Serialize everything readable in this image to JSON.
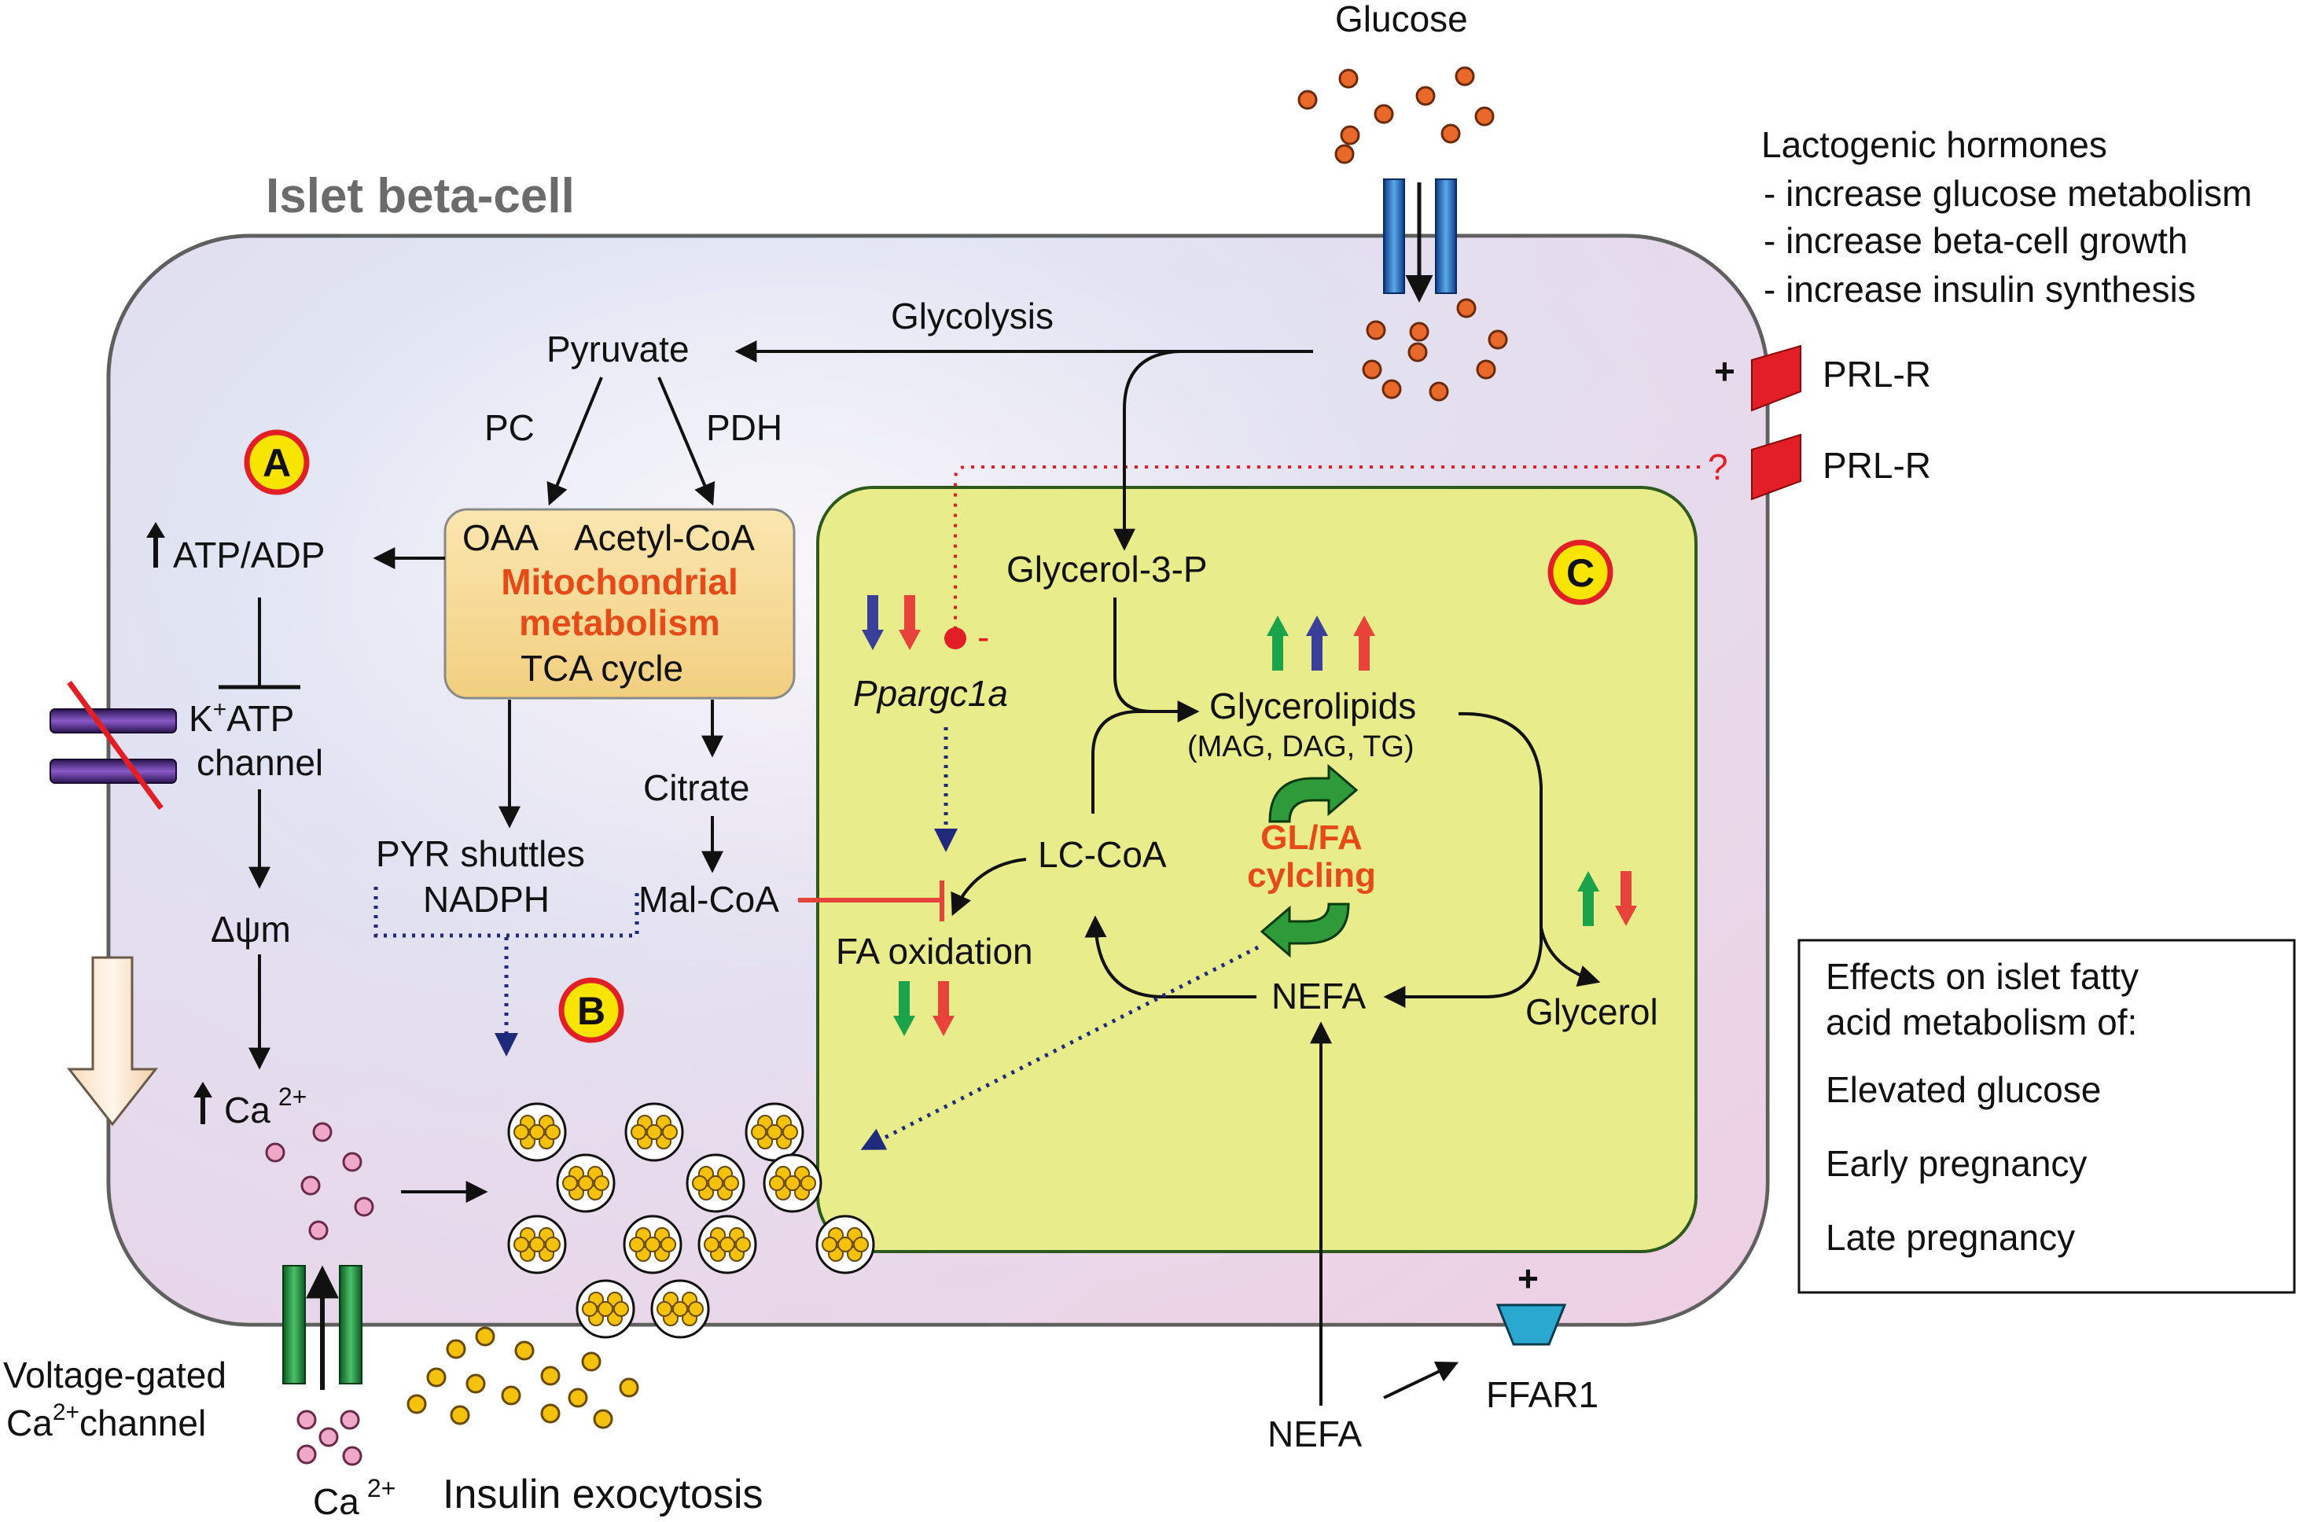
{
  "title": "Islet beta-cell",
  "top": {
    "glucose": "Glucose"
  },
  "hormones": {
    "heading": "Lactogenic hormones",
    "effects": [
      "- increase glucose metabolism",
      "- increase beta-cell growth",
      "- increase insulin synthesis"
    ],
    "receptor_label": "PRL-R",
    "plus": "+",
    "question": "?"
  },
  "pathway": {
    "glycolysis": "Glycolysis",
    "pyruvate": "Pyruvate",
    "pc": "PC",
    "pdh": "PDH",
    "oaa": "OAA",
    "acetyl_coa": "Acetyl-CoA",
    "mito_1": "Mitochondrial",
    "mito_2": "metabolism",
    "tca": "TCA cycle",
    "citrate": "Citrate",
    "mal_coa": "Mal-CoA",
    "pyr_shuttles": "PYR shuttles",
    "nadph": "NADPH",
    "atp_adp": "ATP/ADP",
    "katp_main": "K",
    "katp_sup": "+",
    "katp_rest": "ATP",
    "channel": "channel",
    "delta_psi": "Δψm",
    "ca_main": "Ca",
    "ca_sup": "2+"
  },
  "lipid": {
    "glycerol3p": "Glycerol-3-P",
    "ppargc1a": "Ppargc1a",
    "minus": "-",
    "glycerolipids": "Glycerolipids",
    "glycerolipids_sub": "(MAG, DAG, TG)",
    "lc_coa": "LC-CoA",
    "gl_fa_1": "GL/FA",
    "gl_fa_2": "cylcling",
    "fa_oxidation": "FA oxidation",
    "nefa": "NEFA",
    "glycerol": "Glycerol"
  },
  "badges": {
    "a": "A",
    "b": "B",
    "c": "C"
  },
  "bottom": {
    "vgcc_1": "Voltage-gated",
    "vgcc_2_main": "Ca",
    "vgcc_2_sup": "2+",
    "vgcc_2_rest": "channel",
    "ca_main": "Ca",
    "ca_sup": "2+",
    "exocytosis": "Insulin exocytosis",
    "nefa": "NEFA",
    "ffar1": "FFAR1",
    "plus": "+"
  },
  "legend": {
    "title_1": "Effects on islet fatty",
    "title_2": "acid metabolism of:",
    "items": [
      {
        "label": "Elevated glucose",
        "color": "#1aa34a"
      },
      {
        "label": "Early pregnancy",
        "color": "#3a3f9a"
      },
      {
        "label": "Late pregnancy",
        "color": "#e8433a"
      }
    ]
  },
  "colors": {
    "green": "#1aa34a",
    "blue": "#3a3f9a",
    "red": "#e8433a",
    "accent_text": "#e64a19",
    "lipid_box": "#e9ec8a",
    "mito_box": "#f5d98f"
  }
}
